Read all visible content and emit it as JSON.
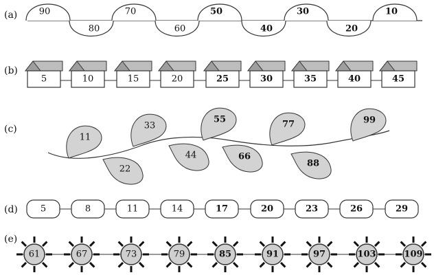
{
  "rows": {
    "a": {
      "label": "(a)",
      "items": [
        {
          "value": "90",
          "position": "up",
          "bold": false
        },
        {
          "value": "80",
          "position": "down",
          "bold": false
        },
        {
          "value": "70",
          "position": "up",
          "bold": false
        },
        {
          "value": "60",
          "position": "down",
          "bold": false
        },
        {
          "value": "50",
          "position": "up",
          "bold": true
        },
        {
          "value": "40",
          "position": "down",
          "bold": true
        },
        {
          "value": "30",
          "position": "up",
          "bold": true
        },
        {
          "value": "20",
          "position": "down",
          "bold": true
        },
        {
          "value": "10",
          "position": "up",
          "bold": true
        }
      ]
    },
    "b": {
      "label": "(b)",
      "items": [
        {
          "value": "5",
          "bold": false
        },
        {
          "value": "10",
          "bold": false
        },
        {
          "value": "15",
          "bold": false
        },
        {
          "value": "20",
          "bold": false
        },
        {
          "value": "25",
          "bold": true
        },
        {
          "value": "30",
          "bold": true
        },
        {
          "value": "35",
          "bold": true
        },
        {
          "value": "40",
          "bold": true
        },
        {
          "value": "45",
          "bold": true
        }
      ]
    },
    "c": {
      "label": "(c)",
      "items": [
        {
          "value": "11",
          "position": "up",
          "bold": false
        },
        {
          "value": "22",
          "position": "down",
          "bold": false
        },
        {
          "value": "33",
          "position": "up",
          "bold": false
        },
        {
          "value": "44",
          "position": "down",
          "bold": false
        },
        {
          "value": "55",
          "position": "up",
          "bold": true
        },
        {
          "value": "66",
          "position": "down",
          "bold": true
        },
        {
          "value": "77",
          "position": "up",
          "bold": true
        },
        {
          "value": "88",
          "position": "down",
          "bold": true
        },
        {
          "value": "99",
          "position": "up",
          "bold": true
        }
      ]
    },
    "d": {
      "label": "(d)",
      "items": [
        {
          "value": "5",
          "bold": false
        },
        {
          "value": "8",
          "bold": false
        },
        {
          "value": "11",
          "bold": false
        },
        {
          "value": "14",
          "bold": false
        },
        {
          "value": "17",
          "bold": true
        },
        {
          "value": "20",
          "bold": true
        },
        {
          "value": "23",
          "bold": true
        },
        {
          "value": "26",
          "bold": true
        },
        {
          "value": "29",
          "bold": true
        }
      ]
    },
    "e": {
      "label": "(e)",
      "items": [
        {
          "value": "61",
          "bold": false
        },
        {
          "value": "67",
          "bold": false
        },
        {
          "value": "73",
          "bold": false
        },
        {
          "value": "79",
          "bold": false
        },
        {
          "value": "85",
          "bold": true
        },
        {
          "value": "91",
          "bold": true
        },
        {
          "value": "97",
          "bold": true
        },
        {
          "value": "103",
          "bold": true
        },
        {
          "value": "109",
          "bold": true
        }
      ]
    }
  },
  "colors": {
    "stroke": "#333333",
    "leaf_fill": "#d3d3d3",
    "roof_fill": "#bdbdbd",
    "sun_fill": "#cfcfcf",
    "ray": "#111111"
  }
}
